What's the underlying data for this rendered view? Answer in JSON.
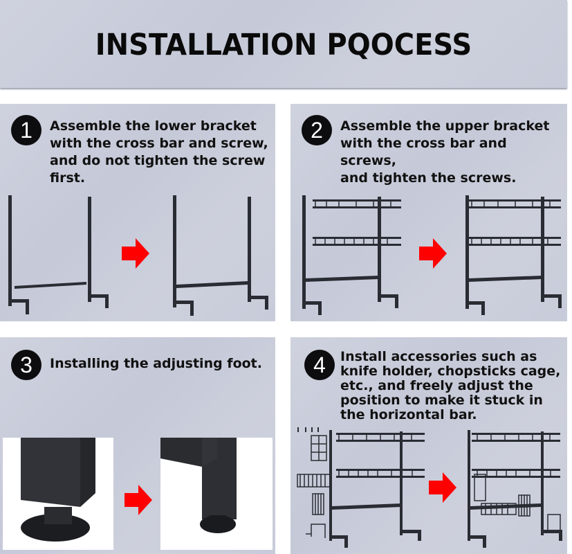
{
  "title": "INSTALLATION PQOCESS",
  "colors": {
    "arrow": "#ff0000",
    "badge": "#0d0d0f",
    "panel_bg": "#c9ccda"
  },
  "steps": [
    {
      "number": "1",
      "text": "Assemble the lower bracket with the cross bar and screw, and do not tighten the screw first.",
      "lines": [
        "Assemble the lower bracket",
        "with the cross bar and screw,",
        "and do not tighten the screw",
        "first."
      ]
    },
    {
      "number": "2",
      "text": "Assemble the upper bracket with the cross bar and screws, and tighten the screws.",
      "lines": [
        "Assemble the upper bracket",
        "with the cross bar and screws,",
        "and tighten the screws."
      ]
    },
    {
      "number": "3",
      "text": "Installing the adjusting foot.",
      "lines": [
        "Installing the adjusting foot."
      ]
    },
    {
      "number": "4",
      "text": "Install accessories such as knife holder, chopsticks cage, etc., and freely adjust the position to make it stuck in the horizontal bar.",
      "lines": [
        "Install accessories such as",
        "knife holder, chopsticks cage,",
        "etc., and freely adjust the",
        "position to make it stuck in",
        "the horizontal bar."
      ]
    }
  ],
  "icons": {
    "arrow": "red-right-arrow-icon",
    "badge": "numbered-circle-icon"
  }
}
